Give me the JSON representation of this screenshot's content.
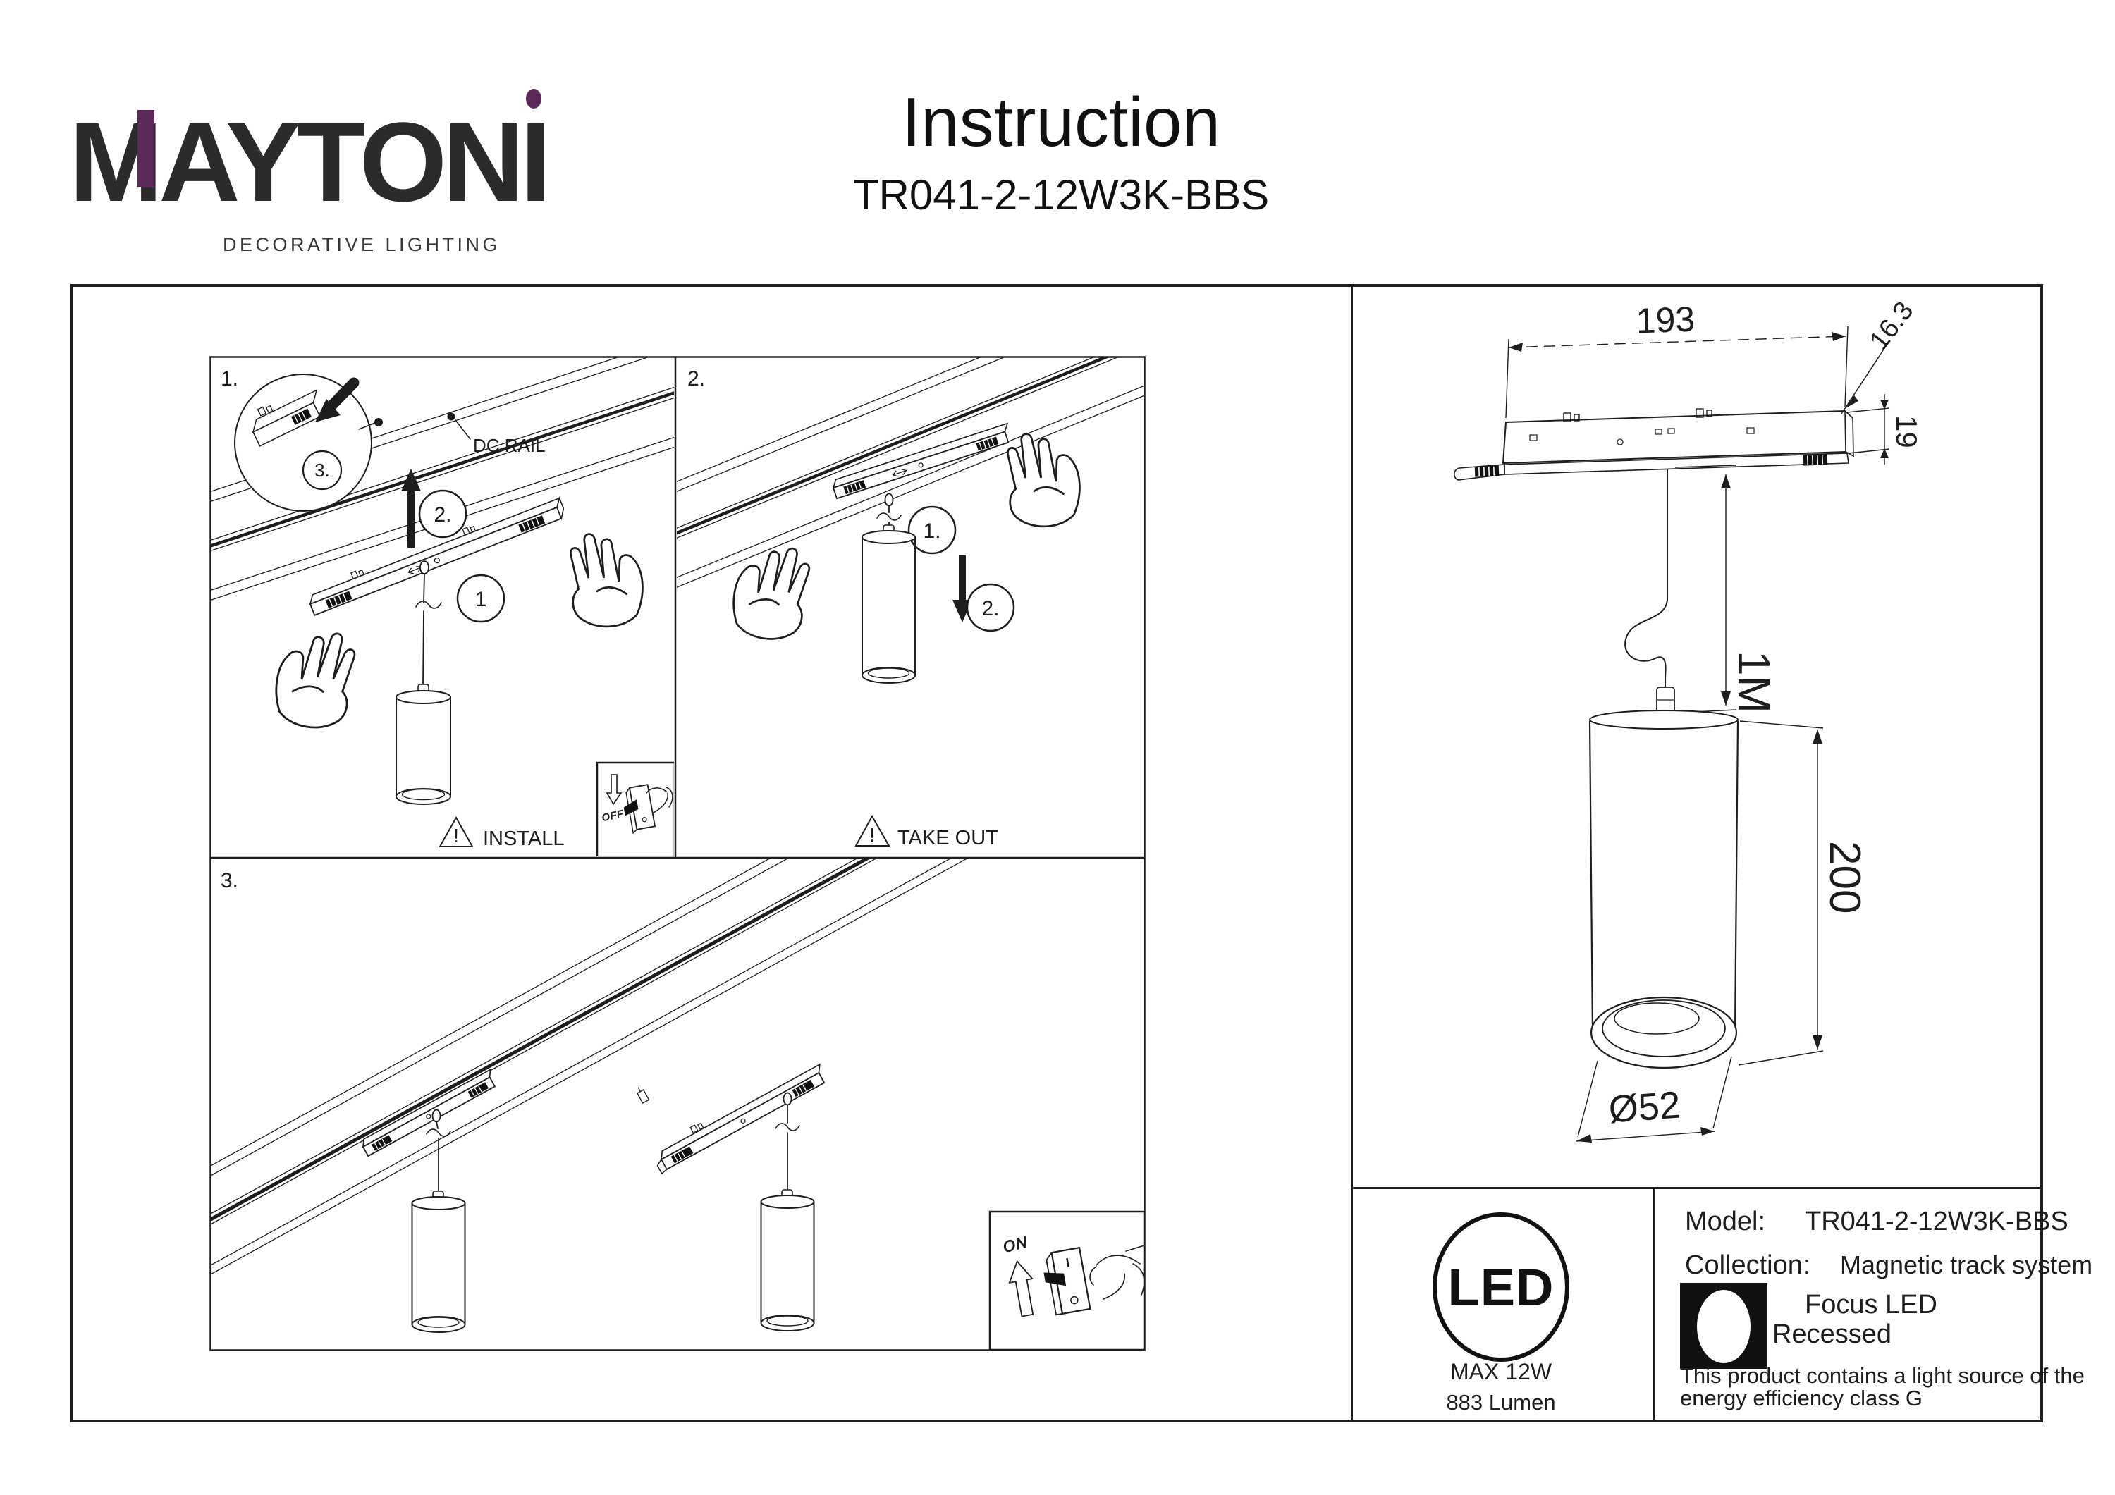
{
  "header": {
    "brand_m": "M",
    "brand_rest": "AYTON",
    "brand_i": "I",
    "tagline": "DECORATIVE LIGHTING",
    "title": "Instruction",
    "model": "TR041-2-12W3K-BBS"
  },
  "colors": {
    "ink": "#1d1d1b",
    "purple": "#5c2a59"
  },
  "steps": {
    "step1": {
      "label": "1.",
      "inset_circle": "3.",
      "arrow_circle": "2.",
      "pendant_circle": "1",
      "dc_rail": "DC RAIL",
      "warning": "!",
      "install": "INSTALL",
      "off": "OFF"
    },
    "step2": {
      "label": "2.",
      "hook_circle": "1.",
      "arrow_circle": "2.",
      "warning": "!",
      "take_out": "TAKE OUT"
    },
    "step3": {
      "label": "3.",
      "on": "ON"
    }
  },
  "drawing": {
    "dim_width": "193",
    "dim_end": "16.3",
    "dim_height": "19",
    "dim_cable": "1M",
    "dim_body": "200",
    "dim_diameter": "Ø52"
  },
  "spec": {
    "led_logo": "LED",
    "max_power": "MAX 12W",
    "lumen": "883 Lumen",
    "model_label": "Model:",
    "model_value": "TR041-2-12W3K-BBS",
    "collection_label": "Collection:",
    "collection_value": "Magnetic track system",
    "type": "Focus LED",
    "mount": "Recessed",
    "energy_note_line1": "This product contains a light source of the",
    "energy_note_line2": "energy efficiency class G"
  }
}
